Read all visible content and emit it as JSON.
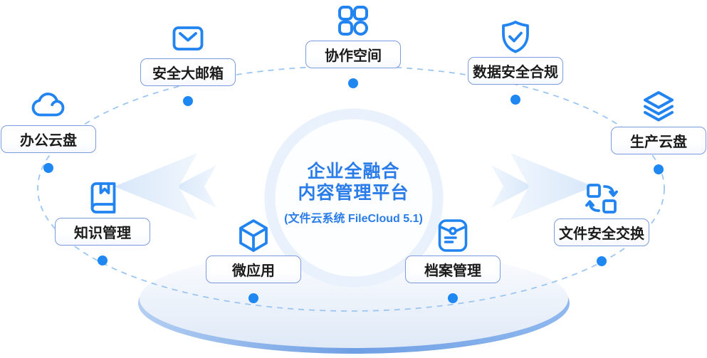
{
  "center": {
    "title_line1": "企业全融合",
    "title_line2": "内容管理平台",
    "subtitle": "(文件云系统 FileCloud 5.1)"
  },
  "nodes": [
    {
      "id": "office-cloud-disk",
      "label": "办公云盘",
      "icon": "cloud-icon"
    },
    {
      "id": "secure-mailbox",
      "label": "安全大邮箱",
      "icon": "envelope-icon"
    },
    {
      "id": "collaboration-space",
      "label": "协作空间",
      "icon": "apps-grid-icon"
    },
    {
      "id": "data-security-compliance",
      "label": "数据安全合规",
      "icon": "shield-check-icon"
    },
    {
      "id": "production-cloud-disk",
      "label": "生产云盘",
      "icon": "layers-icon"
    },
    {
      "id": "file-secure-exchange",
      "label": "文件安全交换",
      "icon": "swap-icon"
    },
    {
      "id": "archive-management",
      "label": "档案管理",
      "icon": "archive-icon"
    },
    {
      "id": "micro-apps",
      "label": "微应用",
      "icon": "cube-icon"
    },
    {
      "id": "knowledge-management",
      "label": "知识管理",
      "icon": "book-icon"
    }
  ],
  "colors": {
    "icon_accent": "#2184f0",
    "dot": "#1f87f2",
    "title": "#2a7ce9",
    "chip_border": "#7e9adf",
    "chip_text": "#1b1b1b",
    "dashed_ellipse": "#9cc6f1",
    "ring": "#e9f1fc",
    "platform_rim": "#6f9fe4",
    "platform_fill_bottom": "#dfe9f7"
  }
}
